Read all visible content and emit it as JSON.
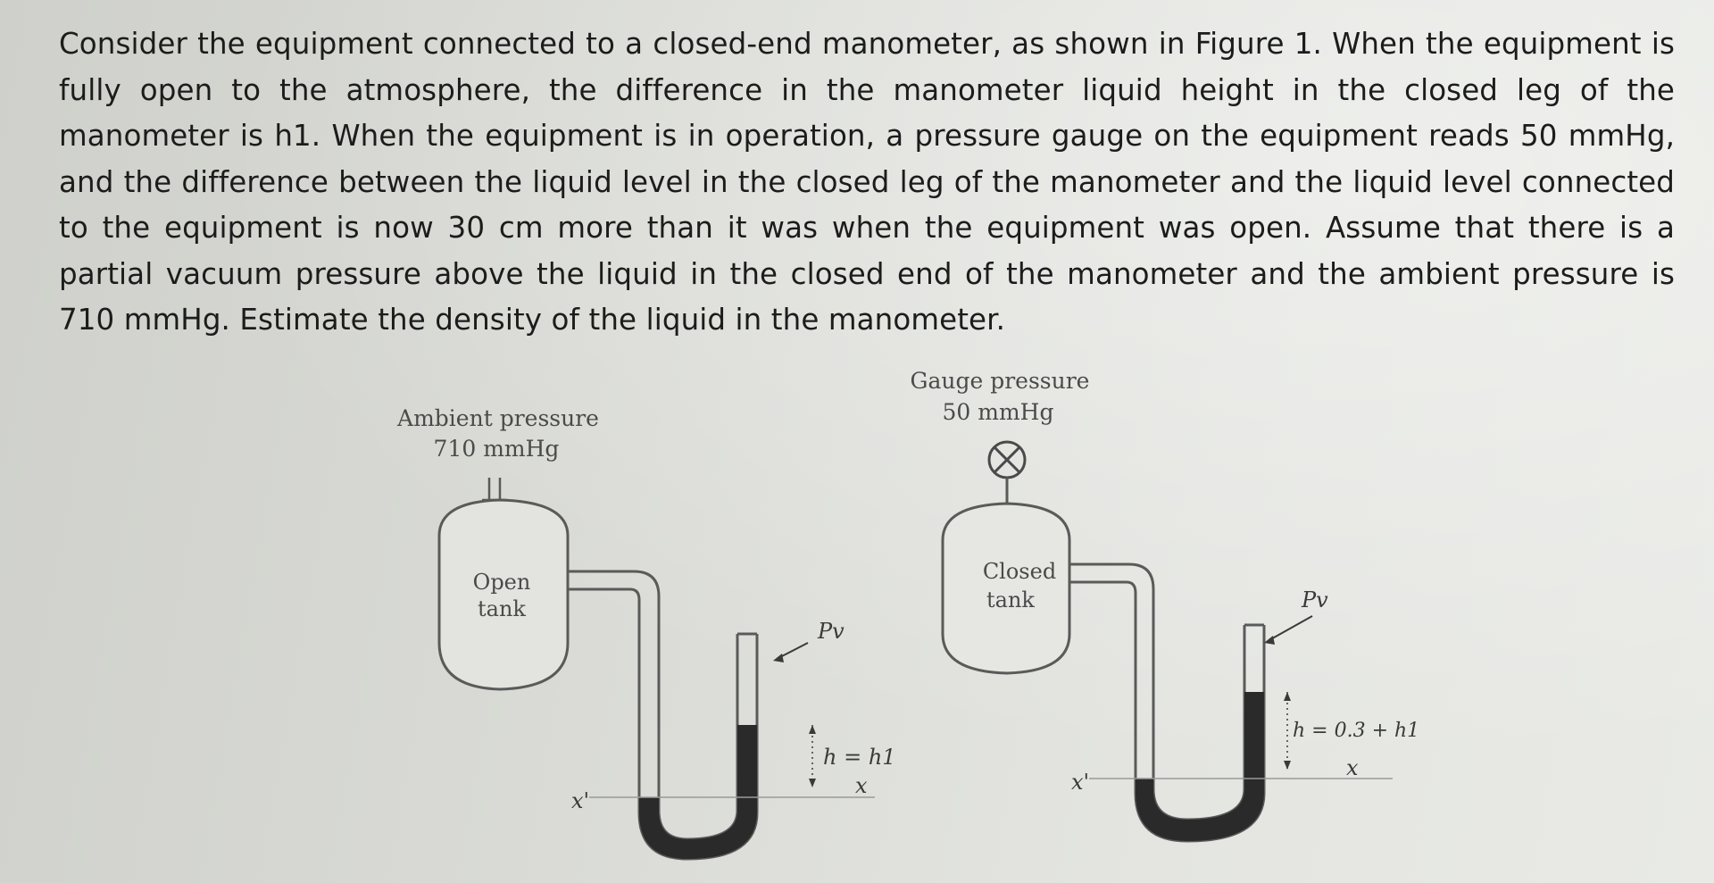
{
  "problem": {
    "text": "Consider the equipment connected to a closed-end manometer, as shown in Figure 1. When the equipment is fully open to the atmosphere, the difference in the manometer liquid height in the closed leg of the manometer is h1. When the equipment is in operation, a pressure gauge on the equipment reads 50 mmHg, and the difference between the liquid level in the closed leg of the manometer and the liquid level connected to the equipment is now 30 cm more than it was when the equipment was open. Assume that there is a partial vacuum pressure above the liquid in the closed end of the manometer and the ambient pressure is 710 mmHg. Estimate the density of the liquid in the manometer."
  },
  "figure": {
    "left": {
      "ambient_label": "Ambient pressure",
      "ambient_value": "710 mmHg",
      "tank_label_1": "Open",
      "tank_label_2": "tank",
      "pv_label": "Pv",
      "h_label": "h = h1",
      "x_label": "x",
      "xprime_label": "x'"
    },
    "right": {
      "gauge_label": "Gauge pressure",
      "gauge_value": "50 mmHg",
      "tank_label_1": "Closed",
      "tank_label_2": "tank",
      "pv_label": "Pv",
      "h_label": "h = 0.3 + h1",
      "x_label": "x",
      "xprime_label": "x'"
    }
  },
  "colors": {
    "text": "#1c1c1c",
    "figure_line": "#555555",
    "manometer_fluid": "#2a2a2a"
  }
}
